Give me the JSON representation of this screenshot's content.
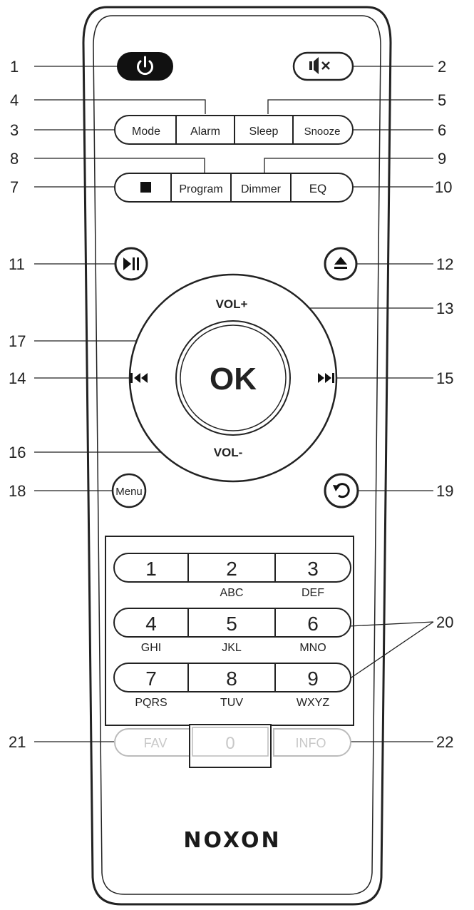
{
  "callouts": [
    "1",
    "2",
    "3",
    "4",
    "5",
    "6",
    "7",
    "8",
    "9",
    "10",
    "11",
    "12",
    "13",
    "14",
    "15",
    "16",
    "17",
    "18",
    "19",
    "20",
    "21",
    "22"
  ],
  "buttons": {
    "mode": "Mode",
    "alarm": "Alarm",
    "sleep": "Sleep",
    "snooze": "Snooze",
    "program": "Program",
    "dimmer": "Dimmer",
    "eq": "EQ",
    "vol_up": "VOL+",
    "vol_down": "VOL-",
    "ok": "OK",
    "menu": "Menu",
    "fav": "FAV",
    "zero": "0",
    "info": "INFO"
  },
  "keypad": [
    {
      "digit": "1",
      "letters": ""
    },
    {
      "digit": "2",
      "letters": "ABC"
    },
    {
      "digit": "3",
      "letters": "DEF"
    },
    {
      "digit": "4",
      "letters": "GHI"
    },
    {
      "digit": "5",
      "letters": "JKL"
    },
    {
      "digit": "6",
      "letters": "MNO"
    },
    {
      "digit": "7",
      "letters": "PQRS"
    },
    {
      "digit": "8",
      "letters": "TUV"
    },
    {
      "digit": "9",
      "letters": "WXYZ"
    }
  ],
  "brand": "NOXON",
  "colors": {
    "line": "#222222",
    "faded": "#c8c8c8",
    "power_fill": "#111111"
  }
}
